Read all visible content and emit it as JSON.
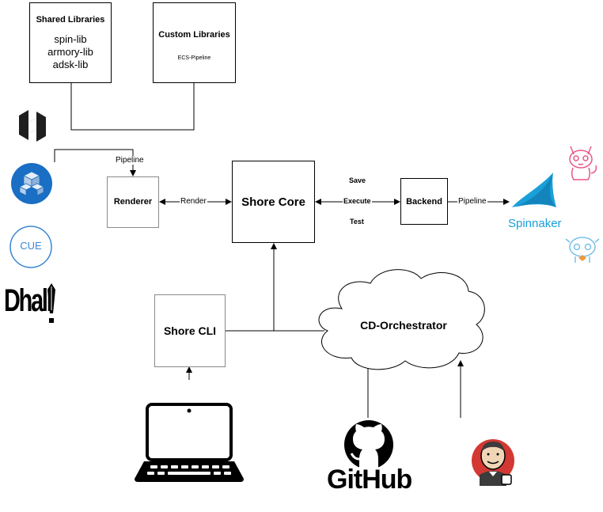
{
  "boxes": {
    "shared_libraries": {
      "title": "Shared Libraries",
      "items": [
        "spin-lib",
        "armory-lib",
        "adsk-lib"
      ]
    },
    "custom_libraries": {
      "title": "Custom Libraries",
      "subtitle": "ECS-Pipeline"
    },
    "renderer": "Renderer",
    "shore_core": "Shore Core",
    "backend": "Backend",
    "shore_cli": "Shore CLI",
    "cd_orchestrator": "CD-Orchestrator"
  },
  "edge_labels": {
    "pipeline_in": "Pipeline",
    "render": "Render",
    "save": "Save",
    "execute": "Execute",
    "test": "Test",
    "pipeline_out": "Pipeline"
  },
  "logos": {
    "cue": "CUE",
    "dhall": "Dhall",
    "spinnaker": "Spinnaker",
    "github": "GitHub"
  },
  "colors": {
    "spinnaker_blue": "#1aa0d8",
    "hashicorp_dark": "#1f1f1f",
    "cue_blue": "#3a86d4",
    "jenkins_red": "#d33833",
    "kayenta_pink": "#e8568a",
    "monitor_blue": "#7ac0e8"
  }
}
